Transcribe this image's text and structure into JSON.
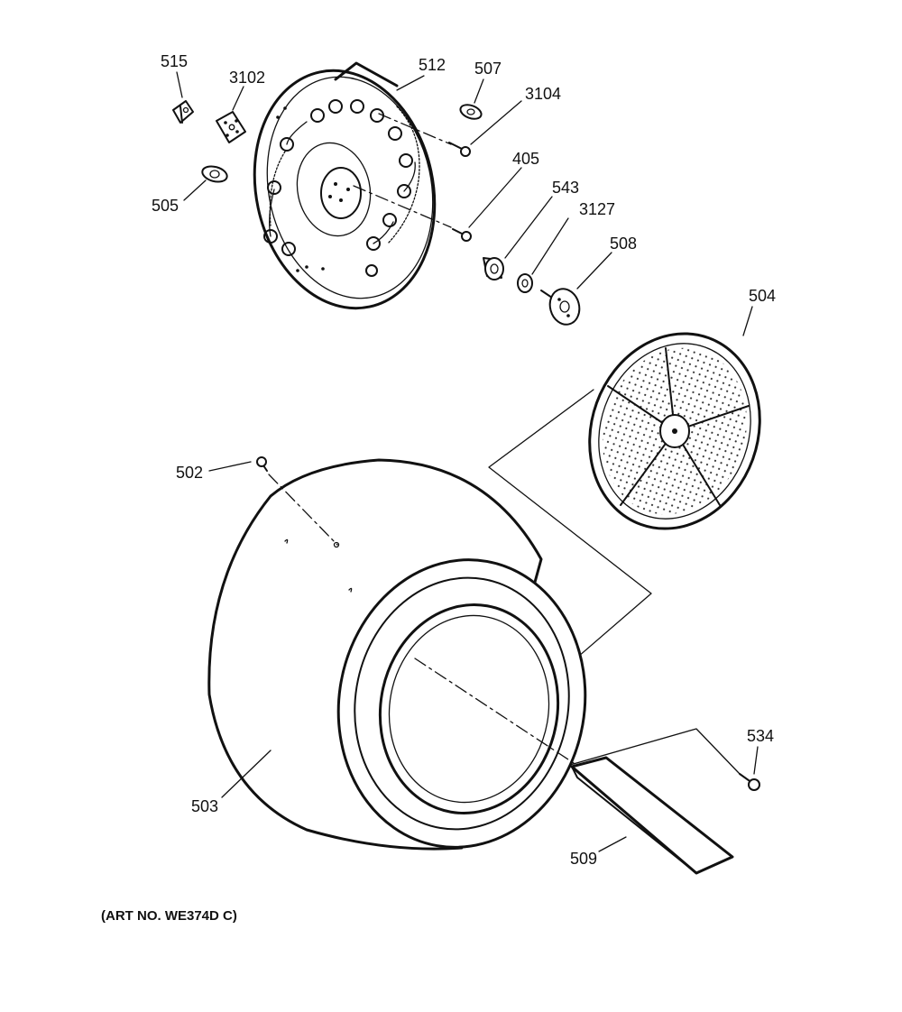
{
  "diagram": {
    "callouts": [
      {
        "id": "515",
        "label": "515"
      },
      {
        "id": "3102",
        "label": "3102"
      },
      {
        "id": "512",
        "label": "512"
      },
      {
        "id": "507",
        "label": "507"
      },
      {
        "id": "3104",
        "label": "3104"
      },
      {
        "id": "505",
        "label": "505"
      },
      {
        "id": "405",
        "label": "405"
      },
      {
        "id": "543",
        "label": "543"
      },
      {
        "id": "3127",
        "label": "3127"
      },
      {
        "id": "508",
        "label": "508"
      },
      {
        "id": "504",
        "label": "504"
      },
      {
        "id": "502",
        "label": "502"
      },
      {
        "id": "534",
        "label": "534"
      },
      {
        "id": "503",
        "label": "503"
      },
      {
        "id": "509",
        "label": "509"
      }
    ],
    "art_number": "(ART NO. WE374D C)"
  }
}
